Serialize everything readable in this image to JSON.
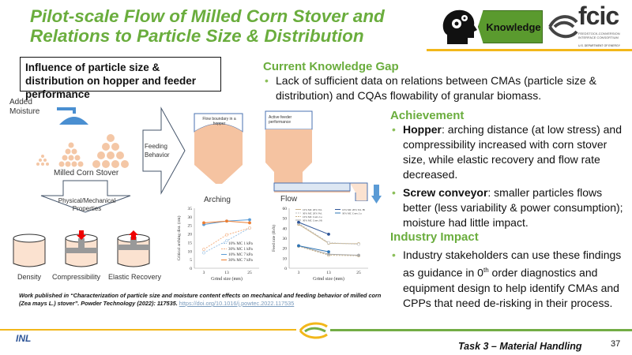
{
  "title": "Pilot-scale Flow of Milled Corn Stover and Relations to Particle Size & Distribution",
  "header": {
    "tag": "Knowledge",
    "logo_text": "fcic",
    "logo_sub": "FEEDSTOCK-CONVERSION INTERFACE CONSORTIUM",
    "logo_org": "U.S. DEPARTMENT OF ENERGY"
  },
  "influence_box": "Influence of particle size & distribution on hopper and feeder performance",
  "diagram": {
    "added_moisture": "Added Moisture",
    "milled": "Milled Corn Stover",
    "feeding": "Feeding Behavior",
    "physical": "Physical/Mechanical Properties",
    "density": "Density",
    "compressibility": "Compressibility",
    "elastic": "Elastic Recovery",
    "flow_boundary": "Flow boundary in a hopper",
    "active_feeder": "Active feeder performance",
    "arching": "Arching",
    "flow": "Flow"
  },
  "gap": {
    "heading": "Current Knowledge Gap",
    "bullet": "Lack of sufficient data on relations between CMAs (particle size & distribution) and CQAs flowability of granular biomass."
  },
  "achievement": {
    "heading": "Achievement",
    "bullets": [
      {
        "bold": "Hopper",
        "text": ": arching distance (at low stress) and compressibility increased with corn stover size, while elastic recovery and flow rate decreased."
      },
      {
        "bold": "Screw conveyor",
        "text": ": smaller particles flows better (less variability & power consumption); moisture had little impact."
      }
    ]
  },
  "impact": {
    "heading": "Industry Impact",
    "pre": "Industry stakeholders can use these findings as guidance in 0",
    "sup": "th",
    "post": " order diagnostics and equipment design to help identify CMAs and CPPs that need de-risking in their process."
  },
  "citation": {
    "text": "Work published in “Characterization of particle size and moisture content effects on mechanical and feeding behavior of milled corn (Zea mays L.) stover”. Powder Technology (2022): 117535.",
    "link": "https://doi.org/10.1016/j.powtec.2022.117535"
  },
  "footer": {
    "task": "Task 3 – Material Handling",
    "page": "37",
    "inl": "INL"
  },
  "chart_data": [
    {
      "type": "line",
      "title": "Arching",
      "xlabel": "Grind size (mm)",
      "ylabel": "Critical arching dist. (cm)",
      "categories": [
        "3",
        "13",
        "25"
      ],
      "ylim": [
        0,
        35
      ],
      "yticks": [
        0,
        5,
        10,
        15,
        20,
        25,
        30,
        35
      ],
      "legend": "bottom-right",
      "series": [
        {
          "name": "10% MC 1 kPa",
          "values": [
            9,
            16,
            23.5
          ],
          "color": "#9dc3e6",
          "dash": true
        },
        {
          "name": "30% MC 1 kPa",
          "values": [
            11,
            19.5,
            23.5
          ],
          "color": "#f4b183",
          "dash": true
        },
        {
          "name": "10% MC 7 kPa",
          "values": [
            25.5,
            27.5,
            28.3
          ],
          "color": "#5b9bd5",
          "dash": false
        },
        {
          "name": "30% MC 7 kPa",
          "values": [
            26.5,
            27.5,
            26.5
          ],
          "color": "#ed7d31",
          "dash": false
        }
      ]
    },
    {
      "type": "line",
      "title": "Flow",
      "xlabel": "Grind size (mm)",
      "ylabel": "Feed rate (lb/h)",
      "categories": [
        "3",
        "13",
        "25"
      ],
      "ylim": [
        0,
        60
      ],
      "yticks": [
        0,
        10,
        20,
        30,
        40,
        50,
        60
      ],
      "legend": "top",
      "series": [
        {
          "name": "10% MC 20% Vol.",
          "values": [
            44,
            25,
            24.5
          ],
          "color": "#c9b38a",
          "dash": false
        },
        {
          "name": "30% MC 20% Vol.",
          "values": [
            45,
            25.5,
            24
          ],
          "color": "#bfbfbf",
          "dash": true
        },
        {
          "name": "10% MC Conv. Lo",
          "values": [
            22,
            13,
            12.5
          ],
          "color": "#c9b38a",
          "dash": true
        },
        {
          "name": "30% MC Conv. Hi",
          "values": [
            22.5,
            14,
            13
          ],
          "color": "#a9a9a9",
          "dash": false
        },
        {
          "name": "10% MC 20% Vol. Hi",
          "values": [
            46,
            34,
            null
          ],
          "color": "#2e5597",
          "dash": false
        },
        {
          "name": "30% MC Conv. Lo",
          "values": [
            22.5,
            16.5,
            null
          ],
          "color": "#2e75b6",
          "dash": false
        }
      ]
    }
  ]
}
